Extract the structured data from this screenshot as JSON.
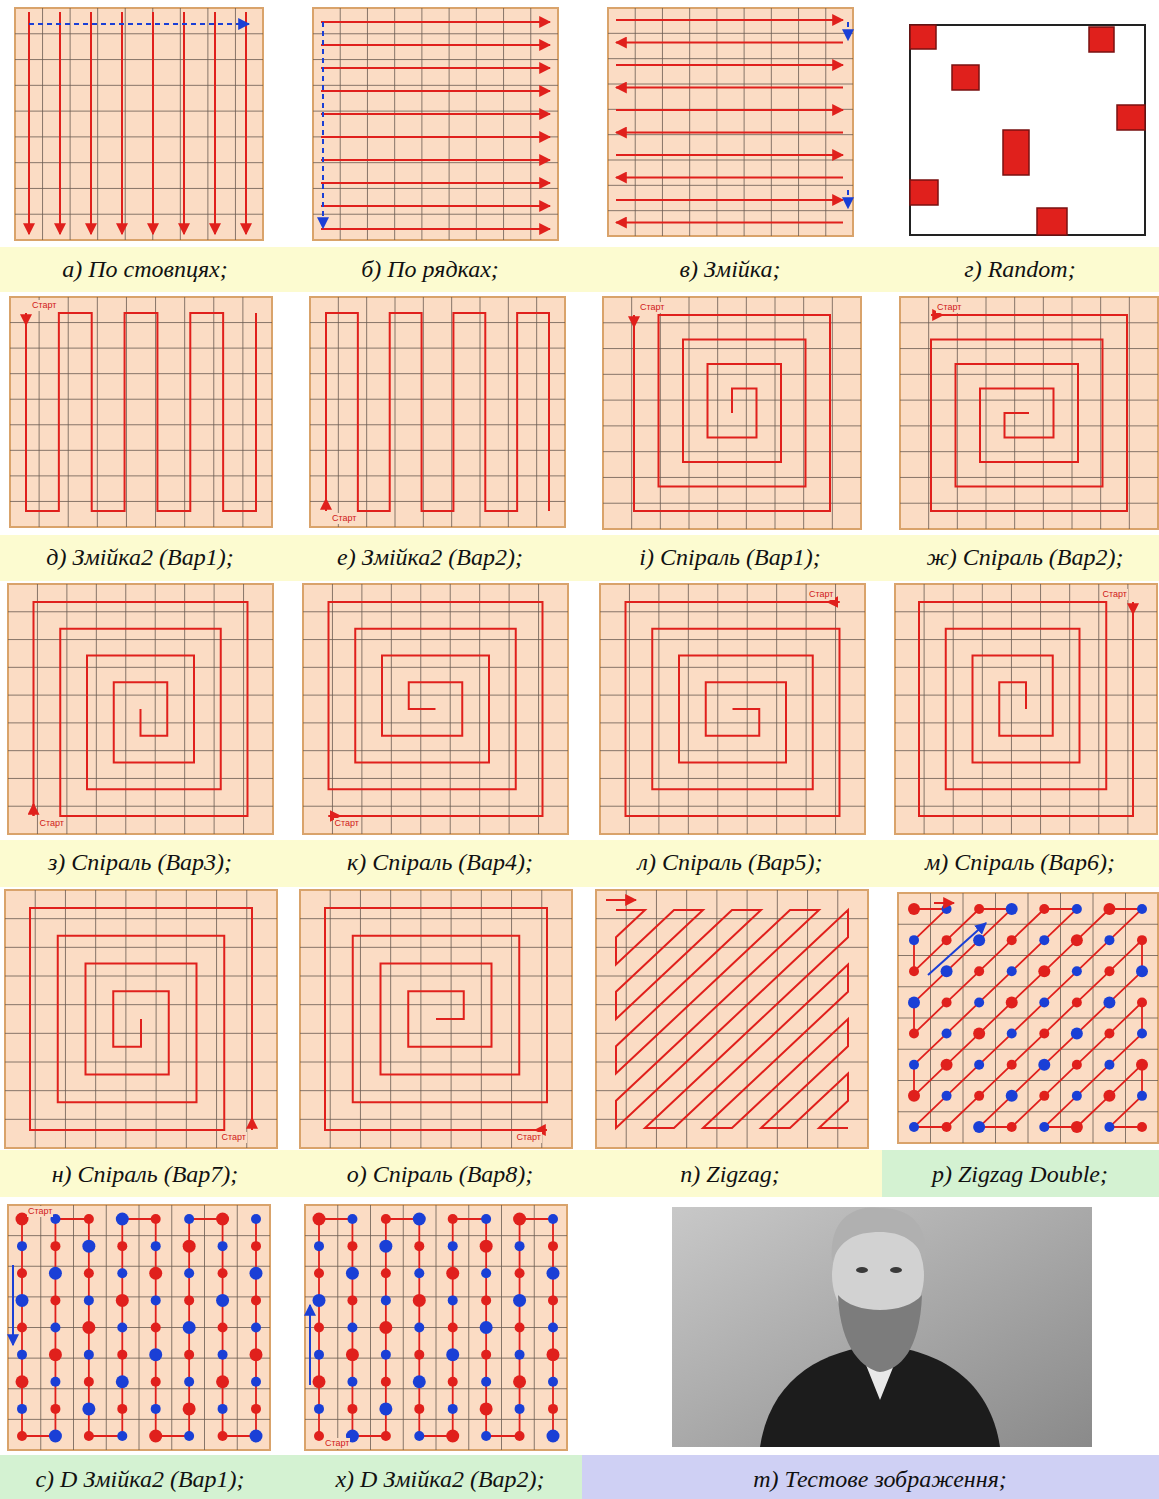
{
  "diagram": {
    "labels": [
      "а) По стовпцях;",
      "б) По рядках;",
      "в) Змійка;",
      "г) Random;",
      "д) Змійка2 (Вар1);",
      "е) Змійка2 (Вар2);",
      "і) Спіраль (Вар1);",
      "ж) Спіраль (Вар2);",
      "з) Спіраль (Вар3);",
      "к) Спіраль (Вар4);",
      "л) Спіраль (Вар5);",
      "м) Спіраль (Вар6);",
      "н) Спіраль (Вар7);",
      "о) Спіраль (Вар8);",
      "п) Zigzag;",
      "р) Zigzag Double;",
      "с) D Змійка2 (Вар1);",
      "х) D Змійка2 (Вар2);",
      "т) Тестове зображення;",
      "Старт",
      "Старт",
      "Старт",
      "Старт",
      "Старт",
      "Старт",
      "Старт",
      "Старт",
      "Старт",
      "Старт",
      "Старт",
      "Старт"
    ]
  }
}
